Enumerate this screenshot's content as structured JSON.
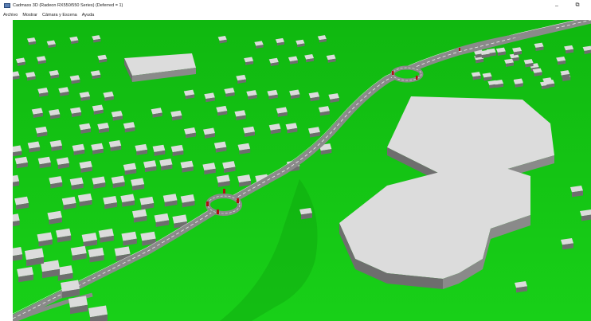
{
  "window": {
    "title": "Cadmaxs 3D (Radeon RX550/550 Series) (Deferred = 1)",
    "minimize_label": "–",
    "restore_label": "⧉"
  },
  "menu": {
    "items": [
      {
        "label": "Archivo"
      },
      {
        "label": "Mostrar"
      },
      {
        "label": "Cámara y Escena"
      },
      {
        "label": "Ayuda"
      }
    ]
  },
  "scene": {
    "ground_color": "#14c814",
    "building_top_color": "#dcdcdc",
    "building_side_color": "#6e6e6e",
    "road_color": "#8a8a8a",
    "road_marking_color": "#f0f0f0"
  }
}
